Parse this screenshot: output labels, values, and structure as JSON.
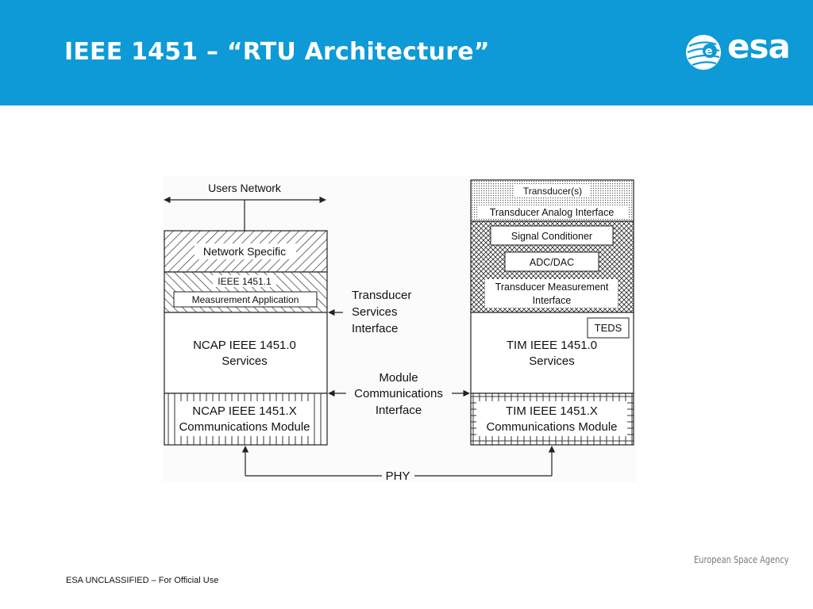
{
  "slide": {
    "title": "IEEE 1451 – “RTU Architecture”",
    "logo_text": "esa",
    "agency": "European Space Agency",
    "classification": "ESA UNCLASSIFIED – For Official Use"
  },
  "diagram": {
    "users_network": "Users Network",
    "ncap": {
      "network_specific": "Network Specific",
      "ieee_1451_1": "IEEE 1451.1",
      "measurement_application": "Measurement Application",
      "services_line1": "NCAP IEEE 1451.0",
      "services_line2": "Services",
      "comm_line1": "NCAP IEEE 1451.X",
      "comm_line2": "Communications Module"
    },
    "tsi_line1": "Transducer",
    "tsi_line2": "Services",
    "tsi_line3": "Interface",
    "mci_line1": "Module",
    "mci_line2": "Communications",
    "mci_line3": "Interface",
    "phy": "PHY",
    "tim": {
      "transducers": "Transducer(s)",
      "analog_interface": "Transducer Analog Interface",
      "signal_conditioner": "Signal Conditioner",
      "adc_dac": "ADC/DAC",
      "tmi_line1": "Transducer Measurement",
      "tmi_line2": "Interface",
      "teds": "TEDS",
      "services_line1": "TIM IEEE 1451.0",
      "services_line2": "Services",
      "comm_line1": "TIM IEEE 1451.X",
      "comm_line2": "Communications Module"
    }
  }
}
